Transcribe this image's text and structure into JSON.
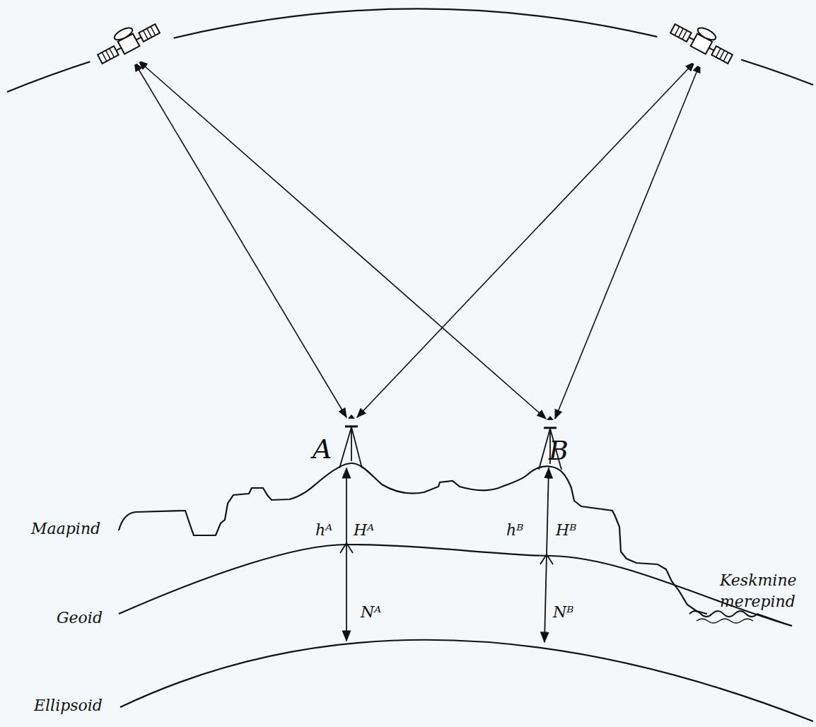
{
  "diagram": {
    "labels": [
      "A",
      "B",
      "Maapind",
      "hᴬ",
      "Hᴬ",
      "hᴮ",
      "Hᴮ",
      "Keskmine merepind",
      "Geoid",
      "Nᴬ",
      "Nᴮ",
      "Ellipsoid"
    ]
  }
}
